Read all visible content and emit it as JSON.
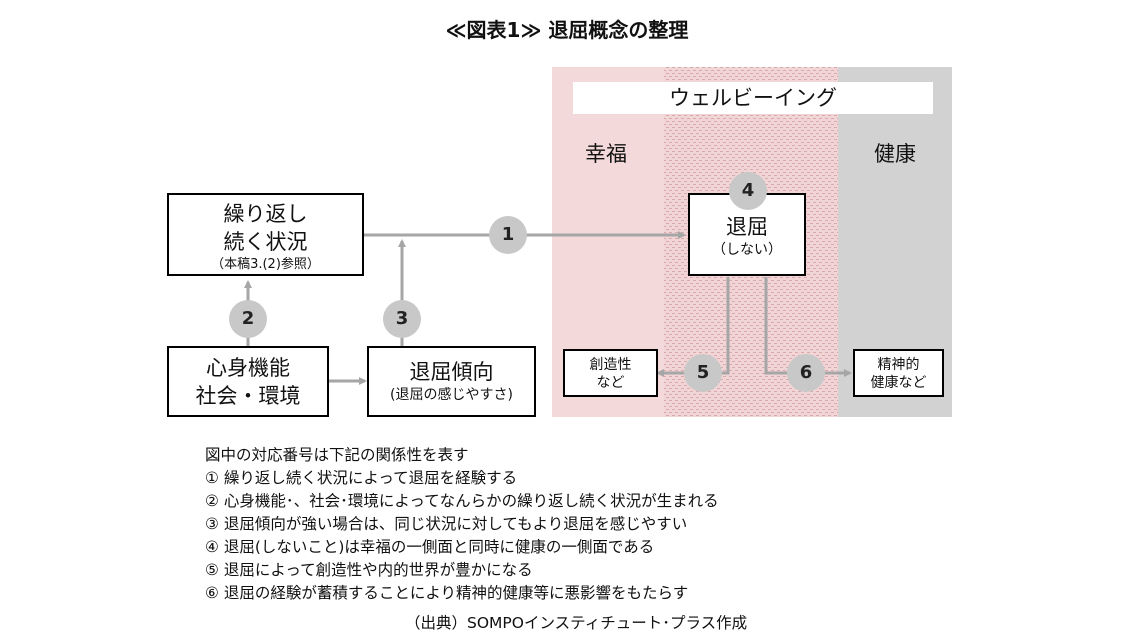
{
  "title": "≪図表1≫ 退屈概念の整理",
  "regions": {
    "wellbeing": "ウェルビーイング",
    "happiness": "幸福",
    "health": "健康"
  },
  "boxes": {
    "repeat": {
      "line1": "繰り返し",
      "line2": "続く状況",
      "note": "（本稿3.(2)参照）"
    },
    "mindbody": {
      "line1": "心身機能",
      "line2": "社会・環境"
    },
    "tendency": {
      "line1": "退屈傾向",
      "note": "(退屈の感じやすさ)"
    },
    "boredom": {
      "line1": "退屈",
      "note": "（しない）"
    },
    "creativity": {
      "line1": "創造性",
      "line2": "など"
    },
    "mental_health": {
      "line1": "精神的",
      "line2": "健康など"
    }
  },
  "markers": [
    "1",
    "2",
    "3",
    "4",
    "5",
    "6"
  ],
  "legend": {
    "heading": "図中の対応番号は下記の関係性を表す",
    "items": [
      "① 繰り返し続く状況によって退屈を経験する",
      "② 心身機能･、社会･環境によってなんらかの繰り返し続く状況が生まれる",
      "③ 退屈傾向が強い場合は、同じ状況に対してもより退屈を感じやすい",
      "④ 退屈(しないこと)は幸福の一側面と同時に健康の一側面である",
      "⑤ 退屈によって創造性や内的世界が豊かになる",
      "⑥ 退屈の経験が蓄積することにより精神的健康等に悪影響をもたらす"
    ]
  },
  "source": "（出典）SOMPOインスティチュート･プラス作成",
  "colors": {
    "happiness_bg": "#f4d9da",
    "hatch_bg": "#f1d5d6",
    "hatch_line": "#d9a7aa",
    "health_bg": "#d2d2d2",
    "arrow": "#a6a6a6",
    "marker": "#c8c8c8"
  }
}
